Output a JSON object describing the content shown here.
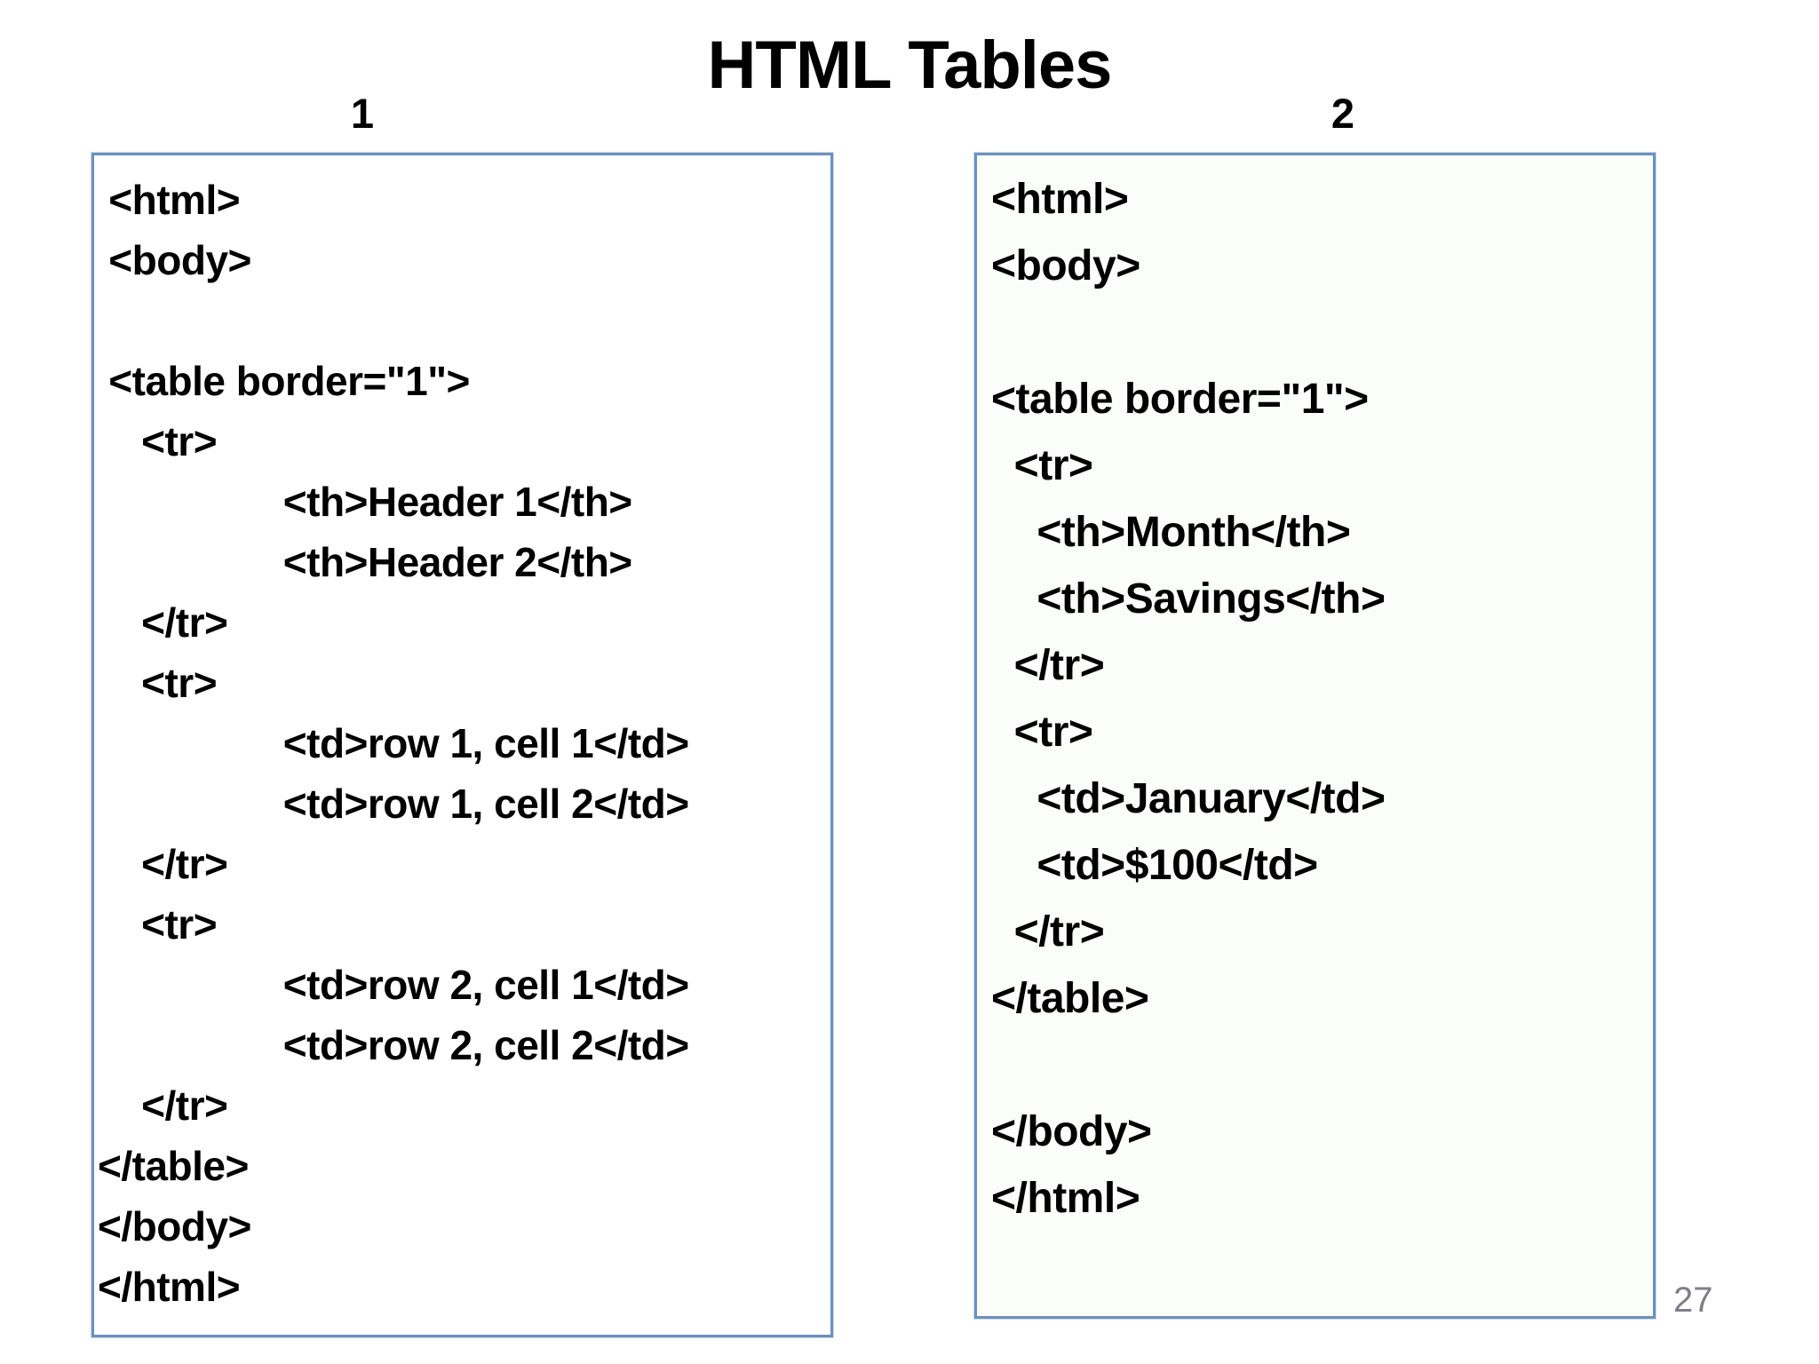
{
  "slide": {
    "title": "HTML Tables",
    "page_number": "27"
  },
  "panels": [
    {
      "label": "1",
      "code_lines": [
        " <html>",
        " <body>",
        "",
        " <table border=\"1\">",
        "    <tr>",
        "                 <th>Header 1</th>",
        "                 <th>Header 2</th>",
        "    </tr>",
        "    <tr>",
        "                 <td>row 1, cell 1</td>",
        "                 <td>row 1, cell 2</td>",
        "    </tr>",
        "    <tr>",
        "                 <td>row 2, cell 1</td>",
        "                 <td>row 2, cell 2</td>",
        "    </tr>",
        "</table>",
        "</body>",
        "</html>"
      ]
    },
    {
      "label": "2",
      "code_lines": [
        "<html>",
        "<body>",
        "",
        "<table border=\"1\">",
        "  <tr>",
        "    <th>Month</th>",
        "    <th>Savings</th>",
        "  </tr>",
        "  <tr>",
        "    <td>January</td>",
        "    <td>$100</td>",
        "  </tr>",
        "</table>",
        "",
        "</body>",
        "</html>"
      ]
    }
  ],
  "colors": {
    "page_bg": "#ffffff",
    "text_color": "#000000",
    "box_border": "#6d91bd",
    "box_border_light": "#c9d8ea",
    "panel1_fill": "#ffffff",
    "panel2_fill": "#fafdf9",
    "page_number_color": "#7f7f87"
  }
}
